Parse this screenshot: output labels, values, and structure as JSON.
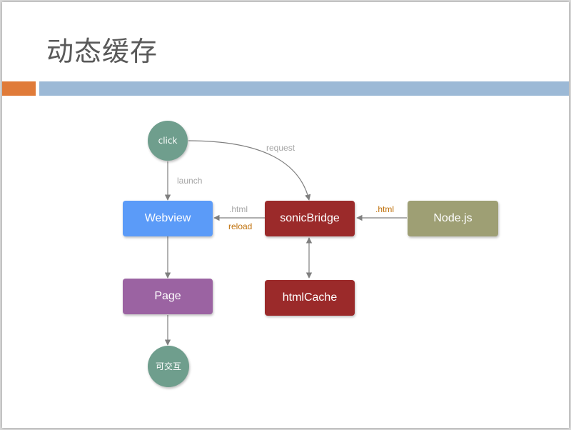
{
  "slide": {
    "title": "动态缓存"
  },
  "nodes": {
    "click": "click",
    "webview": "Webview",
    "sonic_bridge": "sonicBridge",
    "node_js": "Node.js",
    "page": "Page",
    "html_cache": "htmlCache",
    "interactive": "可交互"
  },
  "edges": {
    "request": "request",
    "launch": "launch",
    "html_left": ".html",
    "reload": "reload",
    "html_right": ".html"
  },
  "colors": {
    "accent_orange": "#e07b39",
    "accent_blue": "#9cb9d6",
    "webview": "#5b9bf8",
    "sonic_bridge": "#9b2a2a",
    "html_cache": "#9b2a2a",
    "node_js": "#9e9f74",
    "page": "#9b63a2",
    "circle": "#6f9e8d"
  }
}
